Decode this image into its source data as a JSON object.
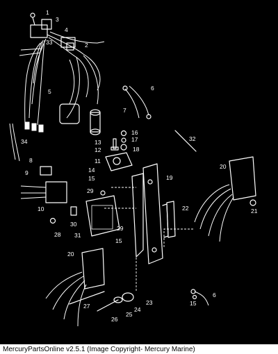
{
  "diagram": {
    "callouts": [
      "1",
      "2",
      "3",
      "4",
      "5",
      "6",
      "7",
      "8",
      "9",
      "10",
      "11",
      "12",
      "13",
      "14",
      "15",
      "15",
      "15",
      "16",
      "17",
      "18",
      "19",
      "20",
      "20",
      "21",
      "22",
      "23",
      "24",
      "25",
      "26",
      "27",
      "28",
      "29",
      "29",
      "30",
      "31",
      "32",
      "33",
      "34",
      "6"
    ]
  },
  "footer": {
    "caption": "MercuryPartsOnline v2.5.1 (Image Copyright- Mercury Marine)"
  }
}
